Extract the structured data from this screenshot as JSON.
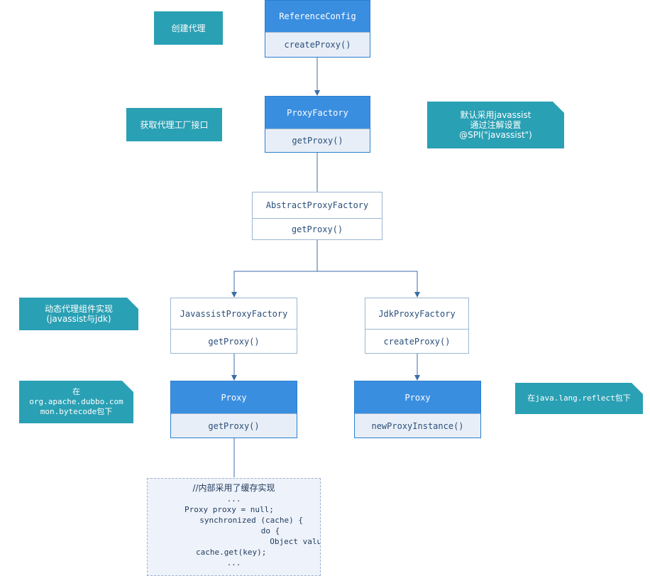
{
  "classes": {
    "reference_config": {
      "name": "ReferenceConfig",
      "method": "createProxy()"
    },
    "proxy_factory": {
      "name": "ProxyFactory",
      "method": "getProxy()"
    },
    "abstract_proxy_factory": {
      "name": "AbstractProxyFactory",
      "method": "getProxy()"
    },
    "javassist_proxy_factory": {
      "name": "JavassistProxyFactory",
      "method": "getProxy()"
    },
    "jdk_proxy_factory": {
      "name": "JdkProxyFactory",
      "method": "createProxy()"
    },
    "javassist_proxy": {
      "name": "Proxy",
      "method": "getProxy()"
    },
    "jdk_proxy": {
      "name": "Proxy",
      "method": "newProxyInstance()"
    }
  },
  "notes": {
    "create_proxy": [
      "创建代理"
    ],
    "get_factory": [
      "获取代理工厂接口"
    ],
    "default_javassist": [
      "默认采用javassist",
      "通过注解设置",
      "@SPI(\"javassist\")"
    ],
    "dynamic_proxy": [
      "动态代理组件实现",
      "(javassist与jdk)"
    ],
    "bytecode_package": [
      "在",
      "org.apache.dubbo.com",
      "mon.bytecode包下"
    ],
    "reflect_package": [
      "在java.lang.reflect包下"
    ]
  },
  "code_snippet": {
    "lines": [
      "//内部采用了缓存实现",
      "...",
      "Proxy proxy = null;",
      "  synchronized (cache) {",
      "      do {",
      "          Object value =",
      "cache.get(key);",
      "..."
    ]
  },
  "colors": {
    "header_blue": "#3a8ee0",
    "note_teal": "#2aa0b4",
    "method_bg": "#e8eef7",
    "connector": "#3b6ea8"
  }
}
